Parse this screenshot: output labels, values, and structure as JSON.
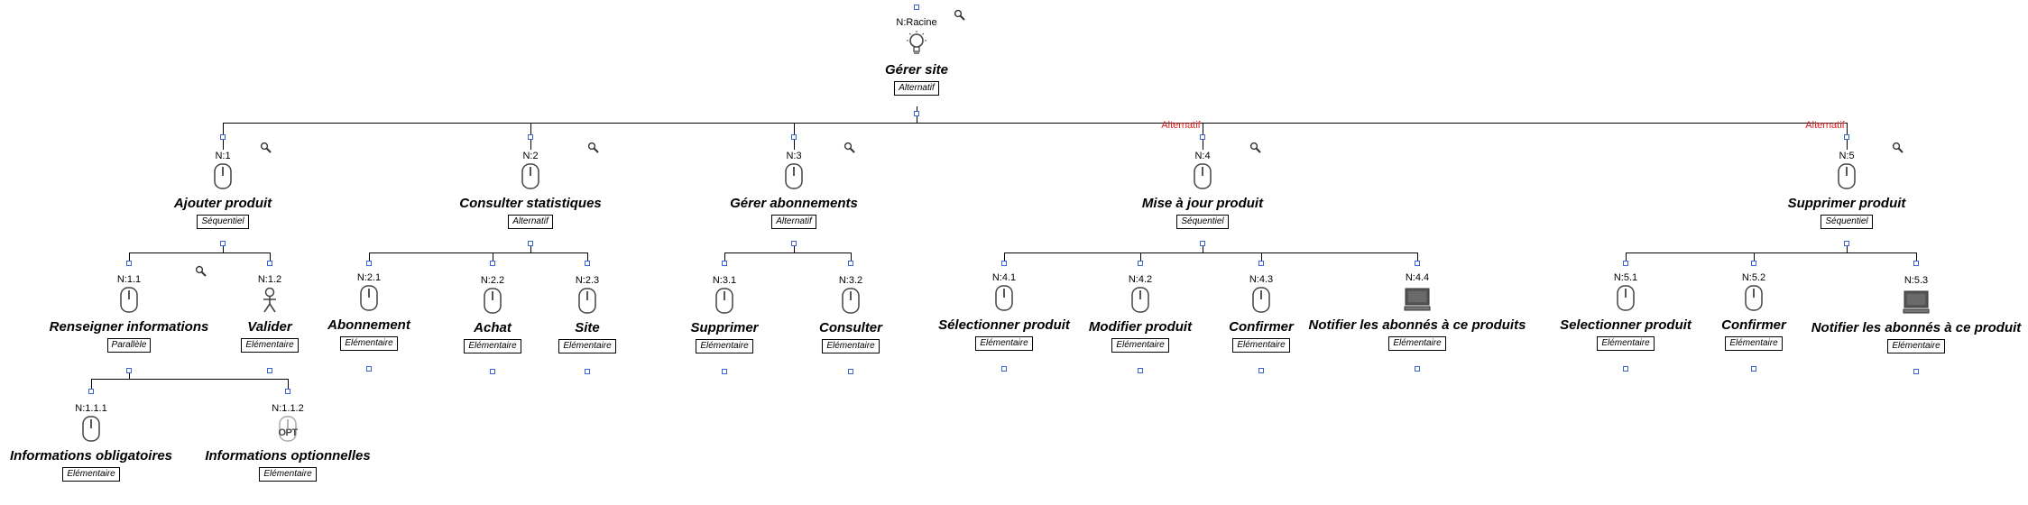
{
  "root": {
    "id": "N:Racine",
    "title": "Gérer site",
    "type": "Alternatif",
    "icon": "lightbulb-icon"
  },
  "level1": [
    {
      "id": "N:1",
      "title": "Ajouter produit",
      "type": "Séquentiel",
      "icon": "mouse-icon"
    },
    {
      "id": "N:2",
      "title": "Consulter statistiques",
      "type": "Alternatif",
      "icon": "mouse-icon"
    },
    {
      "id": "N:3",
      "title": "Gérer abonnements",
      "type": "Alternatif",
      "icon": "mouse-icon"
    },
    {
      "id": "N:4",
      "title": "Mise à jour produit",
      "type": "Séquentiel",
      "icon": "mouse-icon",
      "annotation": "Alternatif"
    },
    {
      "id": "N:5",
      "title": "Supprimer produit",
      "type": "Séquentiel",
      "icon": "mouse-icon",
      "annotation": "Alternatif"
    }
  ],
  "level2": [
    {
      "id": "N:1.1",
      "title": "Renseigner informations",
      "type": "Parallèle",
      "icon": "mouse-icon"
    },
    {
      "id": "N:1.2",
      "title": "Valider",
      "type": "Elémentaire",
      "icon": "user-icon"
    },
    {
      "id": "N:2.1",
      "title": "Abonnement",
      "type": "Elémentaire",
      "icon": "mouse-icon"
    },
    {
      "id": "N:2.2",
      "title": "Achat",
      "type": "Elémentaire",
      "icon": "mouse-icon"
    },
    {
      "id": "N:2.3",
      "title": "Site",
      "type": "Elémentaire",
      "icon": "mouse-icon"
    },
    {
      "id": "N:3.1",
      "title": "Supprimer",
      "type": "Elémentaire",
      "icon": "mouse-icon"
    },
    {
      "id": "N:3.2",
      "title": "Consulter",
      "type": "Elémentaire",
      "icon": "mouse-icon"
    },
    {
      "id": "N:4.1",
      "title": "Sélectionner produit",
      "type": "Elémentaire",
      "icon": "mouse-icon"
    },
    {
      "id": "N:4.2",
      "title": "Modifier produit",
      "type": "Elémentaire",
      "icon": "mouse-icon"
    },
    {
      "id": "N:4.3",
      "title": "Confirmer",
      "type": "Elémentaire",
      "icon": "mouse-icon"
    },
    {
      "id": "N:4.4",
      "title": "Notifier les abonnés à ce produits",
      "type": "Elémentaire",
      "icon": "computer-icon"
    },
    {
      "id": "N:5.1",
      "title": "Selectionner produit",
      "type": "Elémentaire",
      "icon": "mouse-icon"
    },
    {
      "id": "N:5.2",
      "title": "Confirmer",
      "type": "Elémentaire",
      "icon": "mouse-icon"
    },
    {
      "id": "N:5.3",
      "title": "Notifier les abonnés à ce produit",
      "type": "Elémentaire",
      "icon": "computer-icon"
    }
  ],
  "level3": [
    {
      "id": "N:1.1.1",
      "title": "Informations obligatoires",
      "type": "Elémentaire",
      "icon": "mouse-icon"
    },
    {
      "id": "N:1.1.2",
      "title": "Informations optionnelles",
      "type": "Elémentaire",
      "icon": "optional-mouse-icon",
      "badge": "OPT"
    }
  ]
}
